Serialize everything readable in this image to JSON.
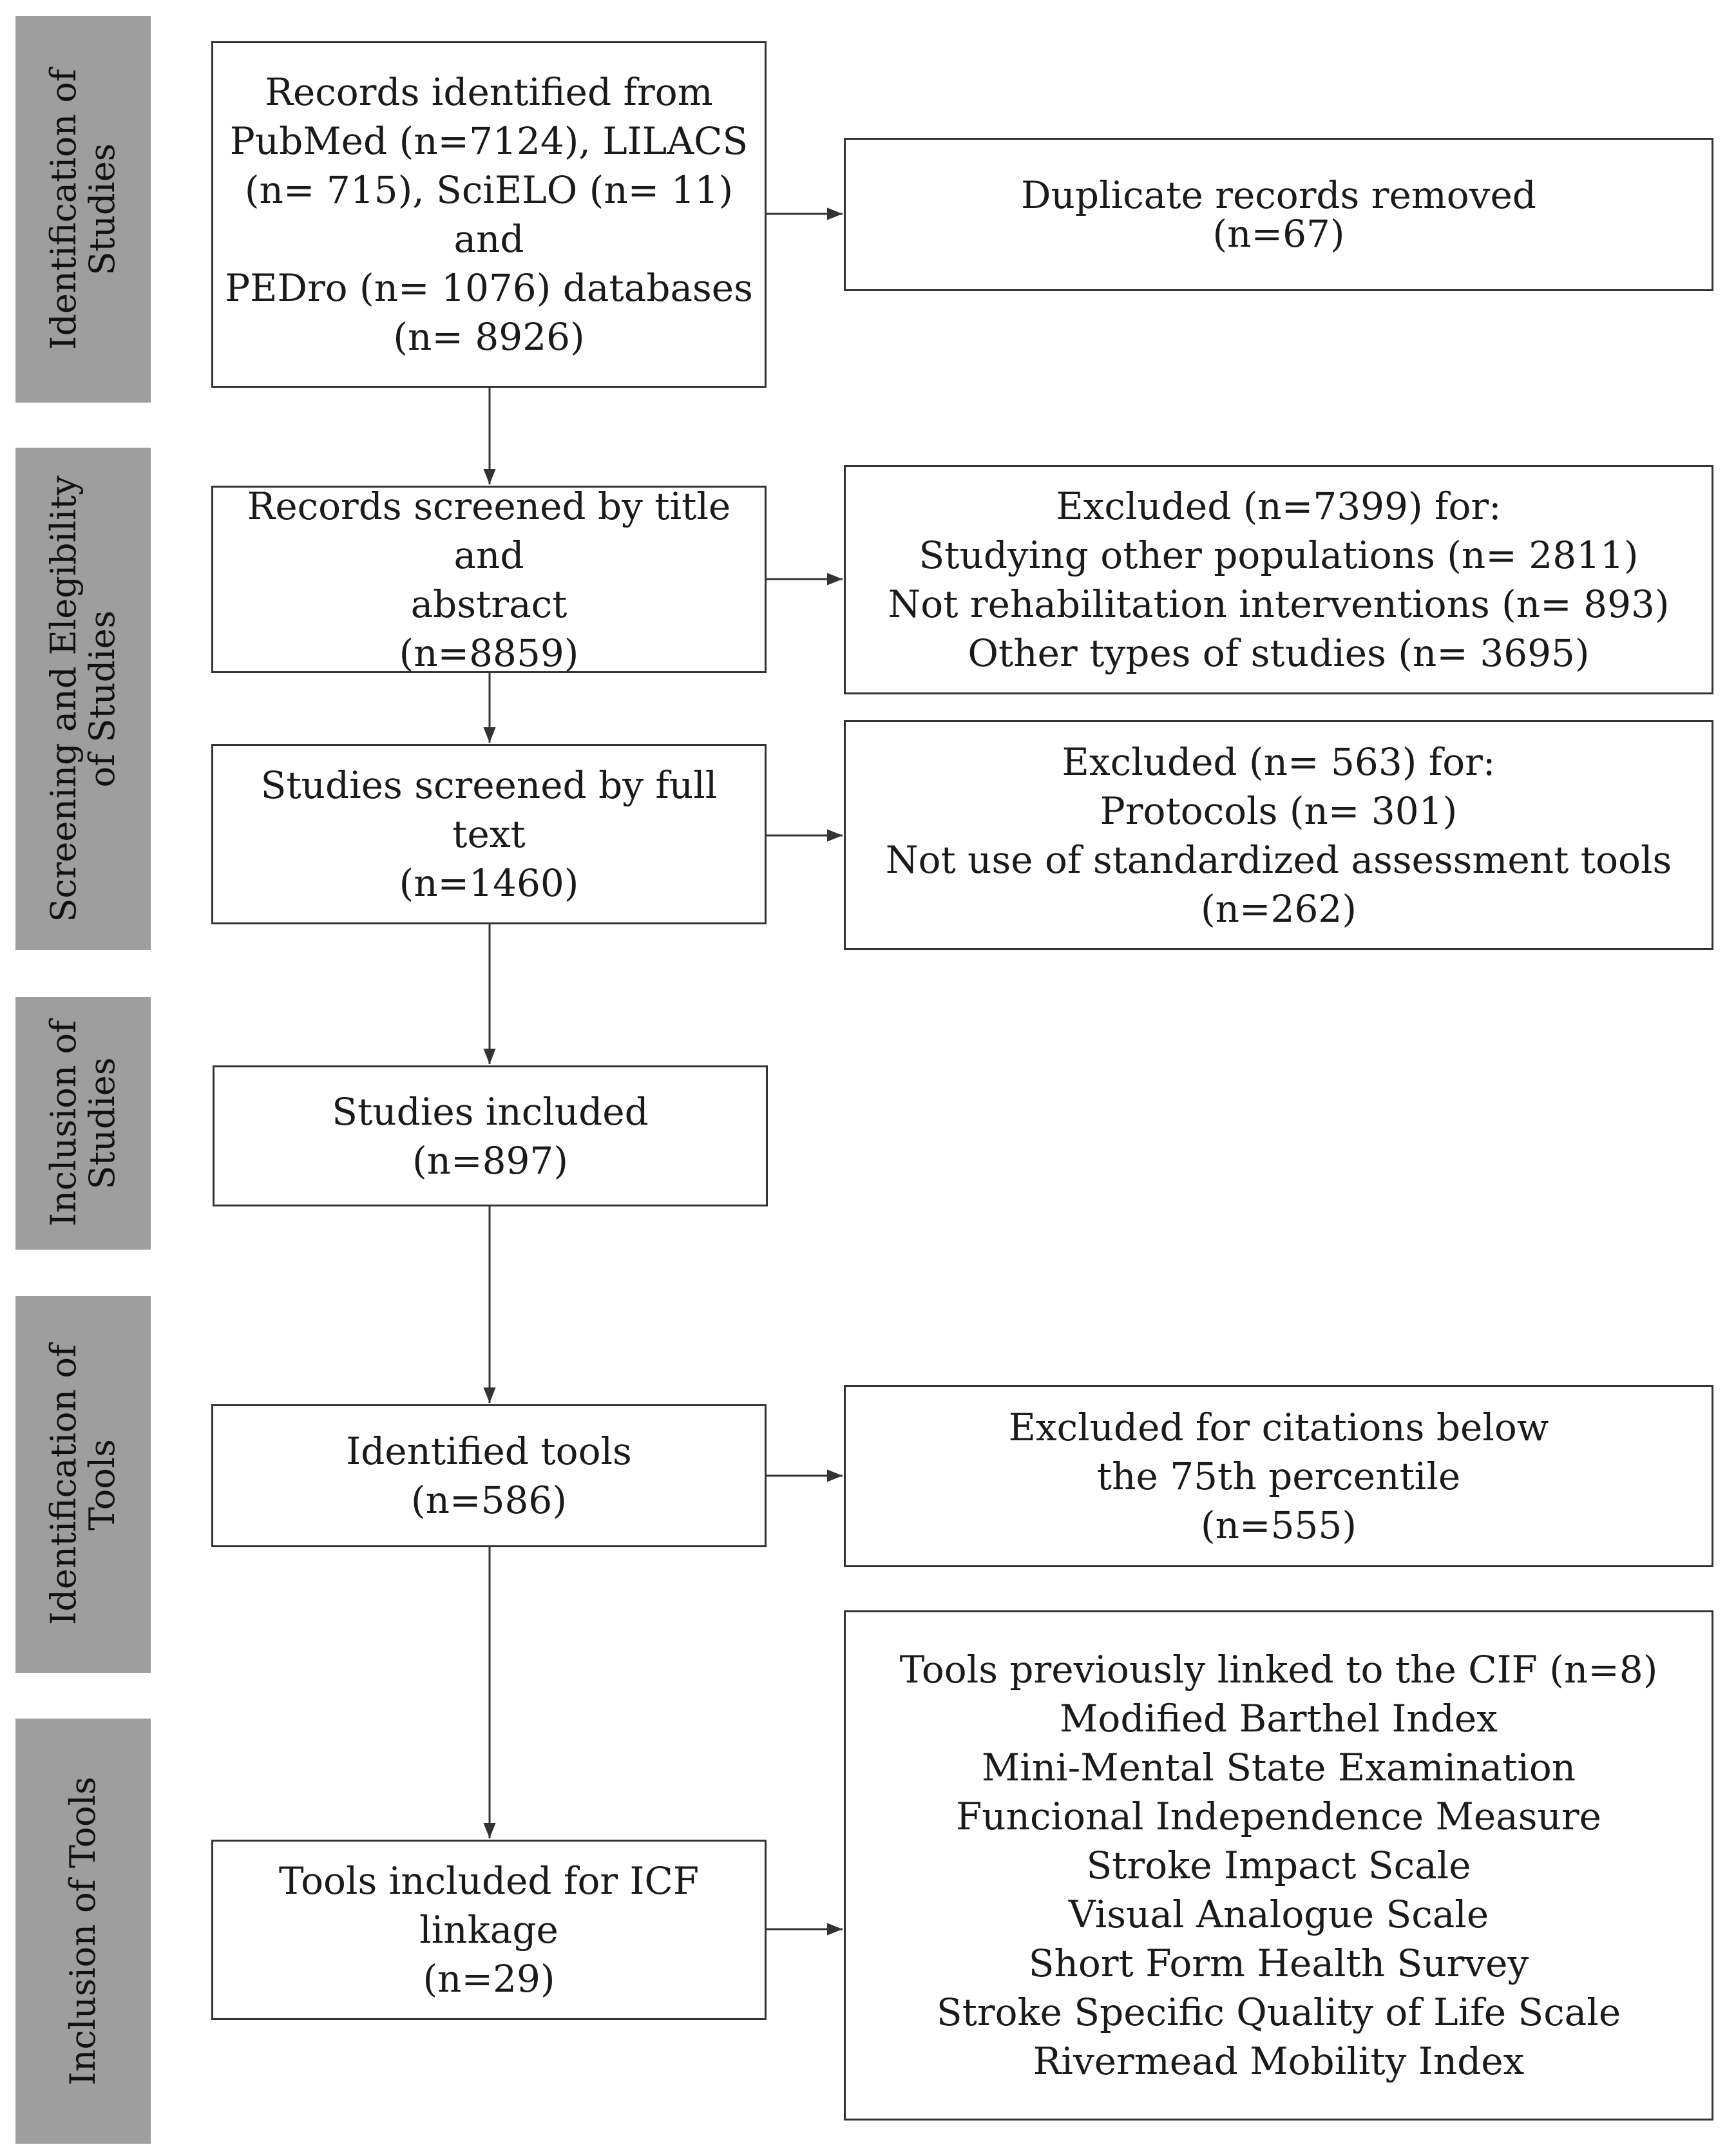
{
  "stages": [
    {
      "lines": [
        "Identification of",
        "Studies"
      ]
    },
    {
      "lines": [
        "Screening and Elegibility",
        "of Studies"
      ]
    },
    {
      "lines": [
        "Inclusion of",
        "Studies"
      ]
    },
    {
      "lines": [
        "Identification of",
        "Tools"
      ]
    },
    {
      "lines": [
        "Inclusion of Tools"
      ]
    }
  ],
  "boxes": {
    "records_identified": [
      "Records identified from",
      "PubMed (n=7124), LILACS",
      "(n= 715), SciELO (n= 11) and",
      "PEDro (n= 1076) databases",
      "(n= 8926)"
    ],
    "duplicates_removed": [
      "Duplicate records removed",
      "(n=67)"
    ],
    "records_screened": [
      "Records screened by title and",
      "abstract",
      "(n=8859)"
    ],
    "excluded_title_abstract": [
      "Excluded (n=7399) for:",
      "Studying other populations (n= 2811)",
      "Not rehabilitation interventions (n= 893)",
      "Other types of studies (n= 3695)"
    ],
    "full_text_screened": [
      "Studies screened by full text",
      "(n=1460)"
    ],
    "excluded_full_text": [
      "Excluded (n= 563) for:",
      "Protocols (n= 301)",
      "Not use of standardized assessment tools",
      "(n=262)"
    ],
    "studies_included": [
      "Studies included",
      "(n=897)"
    ],
    "identified_tools": [
      "Identified tools",
      "(n=586)"
    ],
    "excluded_citations": [
      "Excluded for citations below",
      "the 75th percentile",
      "(n=555)"
    ],
    "tools_included": [
      "Tools included for ICF",
      "linkage",
      "(n=29)"
    ],
    "tools_previously_linked": [
      "Tools previously linked to the CIF (n=8)",
      "Modified Barthel Index",
      "Mini-Mental State Examination",
      "Funcional Independence Measure",
      "Stroke Impact Scale",
      "Visual Analogue Scale",
      "Short Form Health Survey",
      "Stroke Specific Quality of Life Scale",
      "Rivermead Mobility Index"
    ]
  }
}
